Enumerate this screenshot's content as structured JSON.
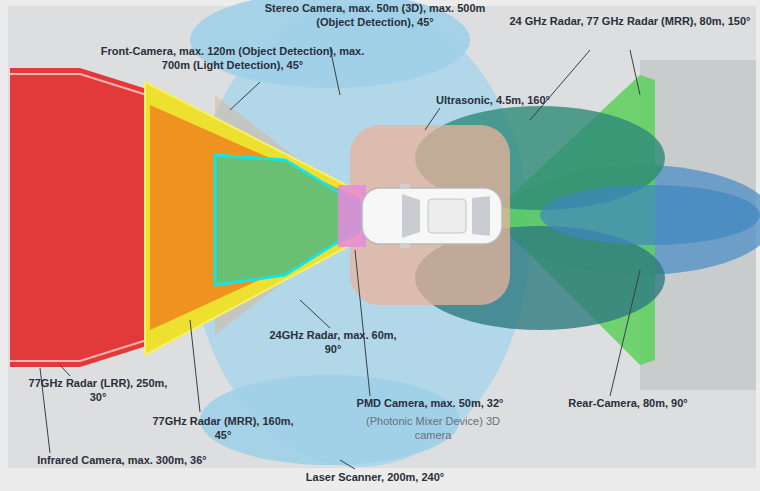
{
  "diagram": {
    "labels": [
      "Stereo Camera, max. 50m (3D), max. 500m (Object Detection), 45°",
      "Front-Camera, max. 120m (Object Detection), max. 700m (Light Detection), 45°",
      "24 GHz Radar, 77 GHz Radar (MRR), 80m, 150°",
      "Ultrasonic, 4.5m, 160°",
      "24GHz Radar, max. 60m, 90°",
      "77GHz Radar (LRR), 250m, 30°",
      "77GHz Radar (MRR), 160m, 45°",
      "Infrared Camera, max. 300m, 36°",
      "PMD Camera, max. 50m, 32°",
      "(Photonic Mixer Device) 3D camera",
      "Rear-Camera, 80m, 90°",
      "Laser Scanner, 200m, 240°"
    ]
  }
}
